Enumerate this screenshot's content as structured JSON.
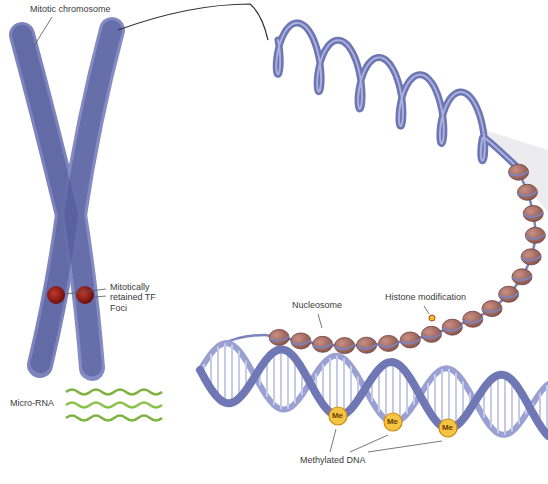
{
  "diagram": {
    "nodes": [
      {
        "text": [
          "Me"
        ]
      },
      {
        "text": [
          "Me"
        ]
      },
      {
        "text": [
          "Me"
        ]
      }
    ],
    "labels": [
      "Mitotic chromosome",
      "Mitotically retained TF Foci",
      "Nucleosome",
      "Histone modification",
      "Micro-RNA",
      "Methylated DNA"
    ]
  }
}
